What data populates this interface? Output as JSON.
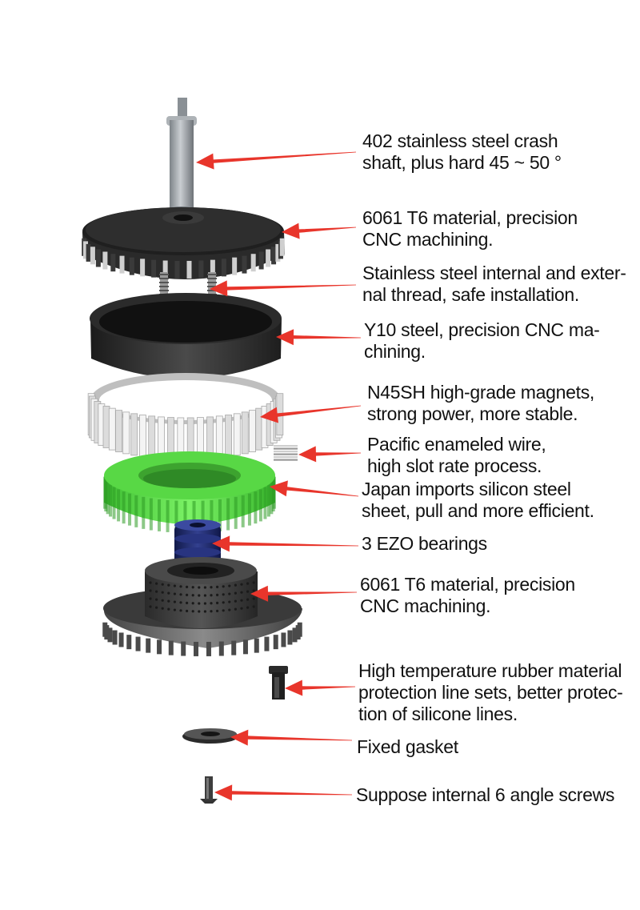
{
  "labels": [
    {
      "id": "shaft",
      "lines": [
        "402 stainless steel crash",
        "shaft, plus hard 45 ~ 50 °"
      ]
    },
    {
      "id": "rotor-cap",
      "lines": [
        "6061 T6 material, precision",
        "CNC machining."
      ]
    },
    {
      "id": "thread",
      "lines": [
        "Stainless steel internal and exter-",
        "nal thread, safe installation."
      ]
    },
    {
      "id": "steel-ring",
      "lines": [
        "Y10 steel, precision CNC ma-",
        "chining."
      ]
    },
    {
      "id": "magnets",
      "lines": [
        "N45SH high-grade magnets,",
        "strong power, more stable."
      ]
    },
    {
      "id": "wire",
      "lines": [
        "Pacific enameled wire,",
        "high slot rate process."
      ]
    },
    {
      "id": "stator",
      "lines": [
        "Japan imports silicon steel",
        "sheet, pull and more efficient."
      ]
    },
    {
      "id": "bearings",
      "lines": [
        "3 EZO bearings"
      ]
    },
    {
      "id": "base",
      "lines": [
        "6061 T6 material, precision",
        "CNC machining."
      ]
    },
    {
      "id": "grommet",
      "lines": [
        "High temperature rubber material",
        "protection line sets, better protec-",
        "tion of silicone lines."
      ]
    },
    {
      "id": "gasket",
      "lines": [
        "Fixed gasket"
      ]
    },
    {
      "id": "screw",
      "lines": [
        "Suppose internal 6 angle screws"
      ]
    }
  ],
  "colors": {
    "arrow": "#e8352b",
    "stator": "#5fe04a",
    "bearing": "#1f2a6b",
    "steel": "#2d2d2d",
    "magnet": "#dcdcdc"
  }
}
